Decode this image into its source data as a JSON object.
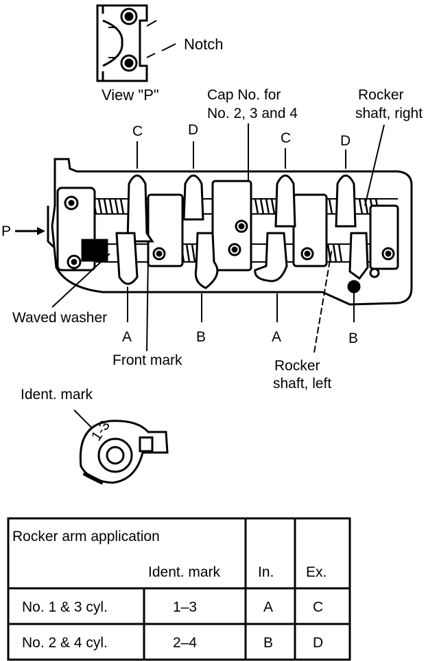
{
  "labels": {
    "notch": "Notch",
    "view_p": "View \"P\"",
    "cap_no_line1": "Cap No. for",
    "cap_no_line2": "No. 2, 3 and 4",
    "rocker_right_line1": "Rocker",
    "rocker_right_line2": "shaft, right",
    "p_arrow": "P",
    "waved_washer": "Waved washer",
    "front_mark": "Front mark",
    "rocker_left_line1": "Rocker",
    "rocker_left_line2": "shaft, left",
    "ident_mark": "Ident. mark",
    "ident_stamp": "1-3"
  },
  "arm_letters": {
    "top": [
      "C",
      "D",
      "C",
      "D"
    ],
    "bottom": [
      "A",
      "B",
      "A",
      "B"
    ]
  },
  "table": {
    "title": "Rocker arm application",
    "col_ident": "Ident. mark",
    "col_in": "In.",
    "col_ex": "Ex.",
    "rows": [
      {
        "cyl": "No. 1 & 3 cyl.",
        "ident": "1–3",
        "in": "A",
        "ex": "C"
      },
      {
        "cyl": "No. 2 & 4 cyl.",
        "ident": "2–4",
        "in": "B",
        "ex": "D"
      }
    ]
  }
}
